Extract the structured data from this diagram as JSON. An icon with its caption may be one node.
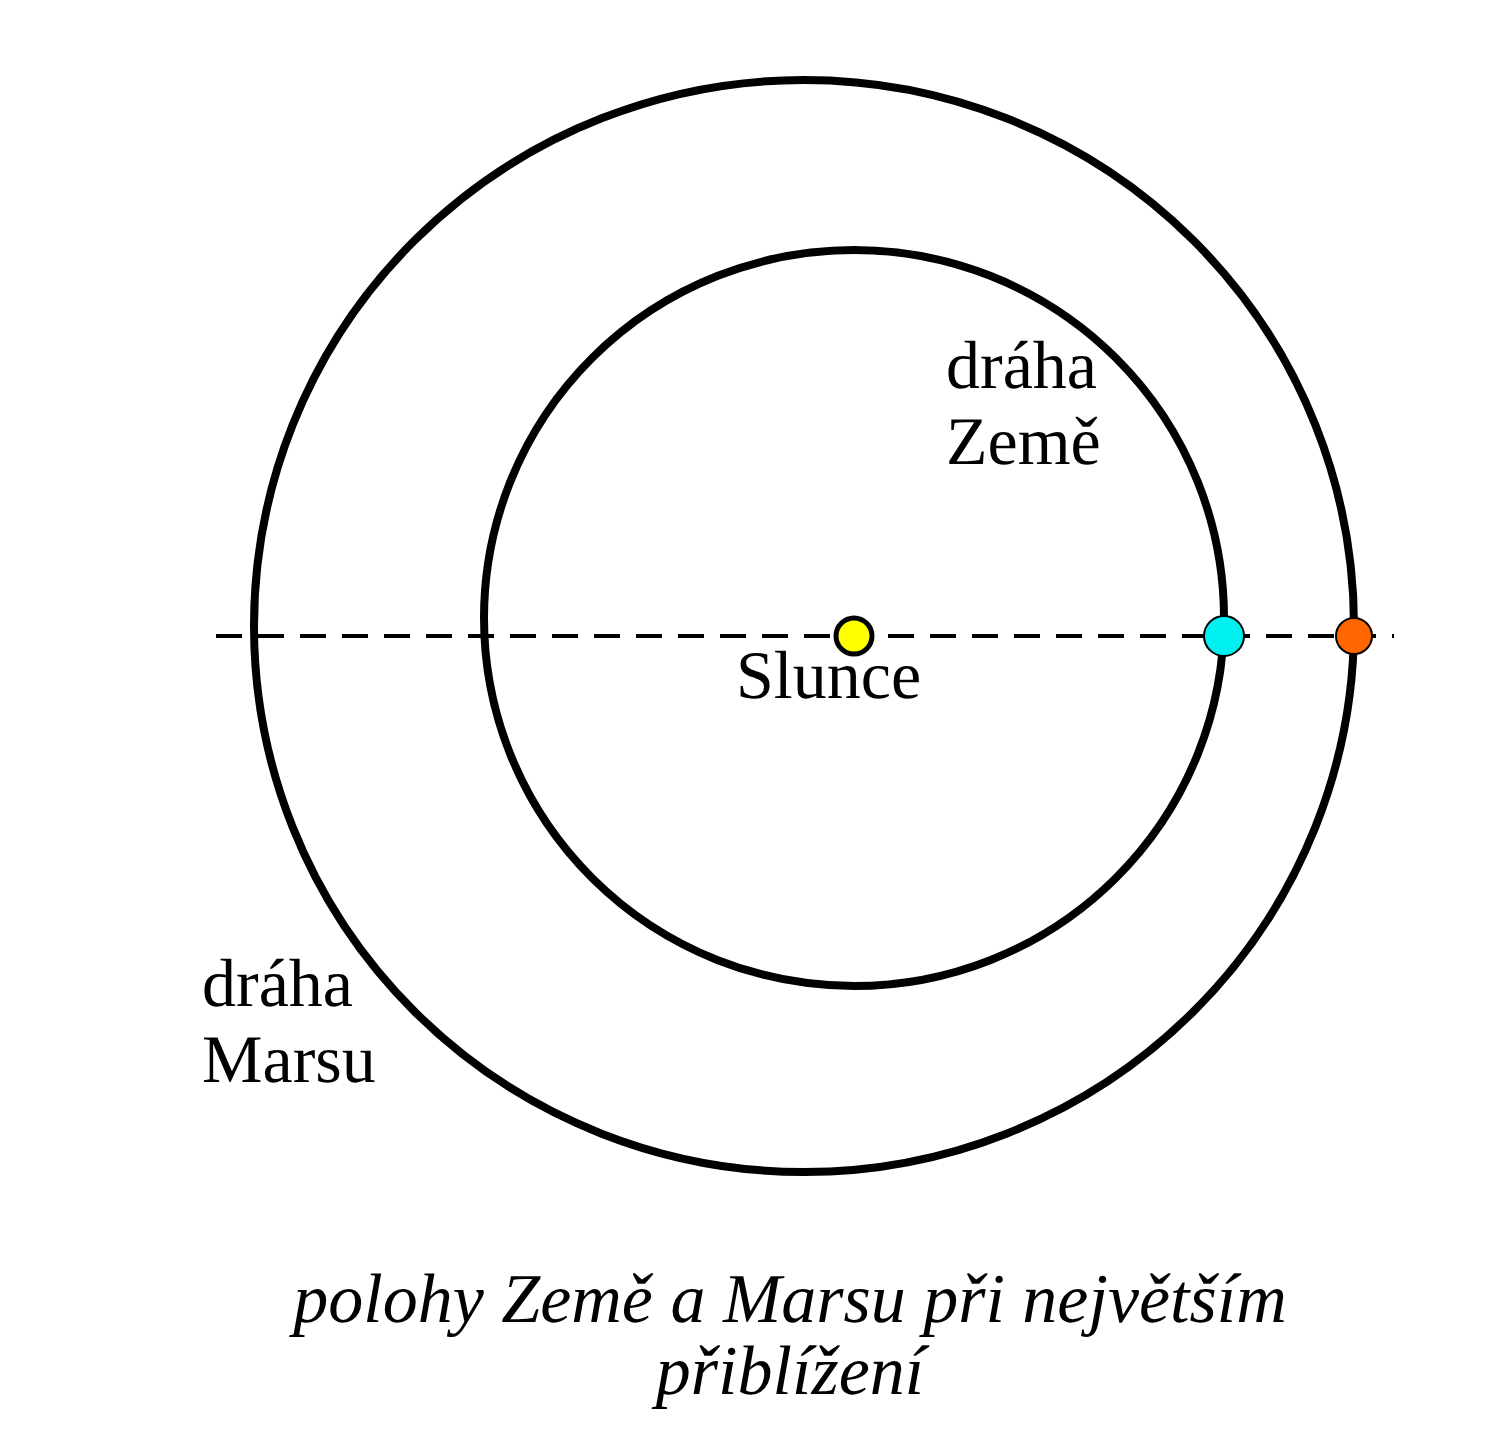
{
  "diagram": {
    "caption": "polohy Země a Marsu při největším přiblížení",
    "labels": [
      "dráha Země",
      "Slunce",
      "dráha Marsu"
    ]
  }
}
